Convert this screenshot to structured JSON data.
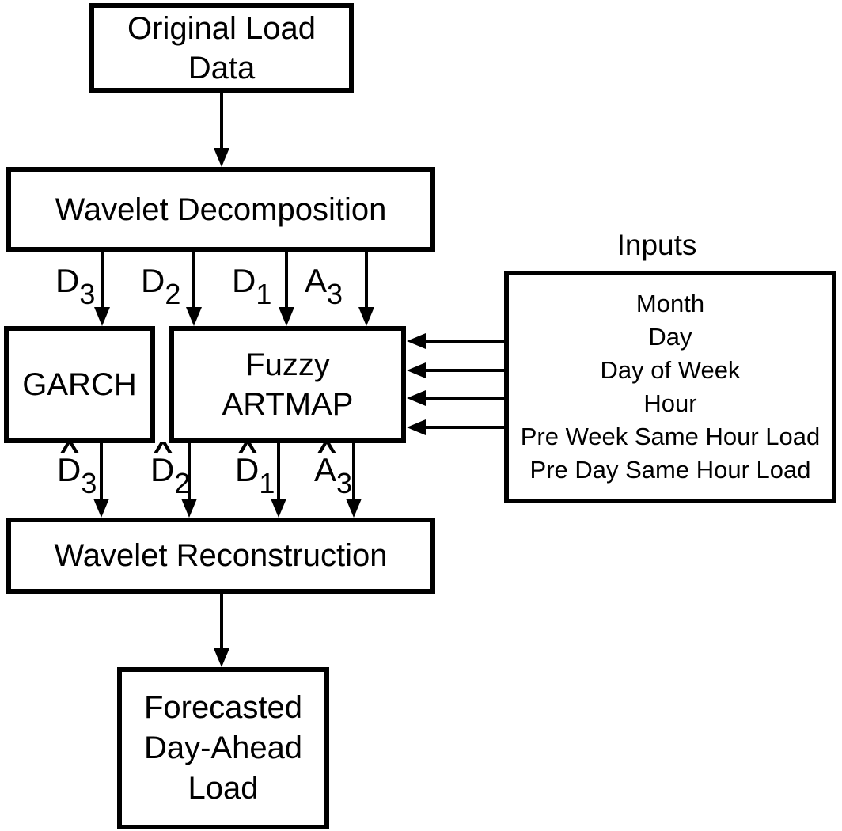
{
  "colors": {
    "background": "#ffffff",
    "line": "#000000",
    "text": "#000000"
  },
  "nodes": {
    "original_load_data": {
      "lines": [
        "Original Load",
        "Data"
      ]
    },
    "wavelet_decomposition": {
      "lines": [
        "Wavelet Decomposition"
      ]
    },
    "garch": {
      "lines": [
        "GARCH"
      ]
    },
    "fuzzy_artmap": {
      "lines": [
        "Fuzzy",
        "ARTMAP"
      ]
    },
    "wavelet_reconstruction": {
      "lines": [
        "Wavelet Reconstruction"
      ]
    },
    "forecasted_day_ahead_load": {
      "lines": [
        "Forecasted",
        "Day-Ahead",
        "Load"
      ]
    }
  },
  "inputs_panel": {
    "title": "Inputs",
    "items": [
      "Month",
      "Day",
      "Day of Week",
      "Hour",
      "Pre Week Same Hour Load",
      "Pre Day Same Hour Load"
    ]
  },
  "signals": {
    "decomposition_outputs": [
      {
        "base": "D",
        "sub": "3"
      },
      {
        "base": "D",
        "sub": "2"
      },
      {
        "base": "D",
        "sub": "1"
      },
      {
        "base": "A",
        "sub": "3"
      }
    ],
    "forecast_outputs": [
      {
        "hat": "^",
        "base": "D",
        "sub": "3"
      },
      {
        "hat": "^",
        "base": "D",
        "sub": "2"
      },
      {
        "hat": "^",
        "base": "D",
        "sub": "1"
      },
      {
        "hat": "^",
        "base": "A",
        "sub": "3"
      }
    ]
  }
}
